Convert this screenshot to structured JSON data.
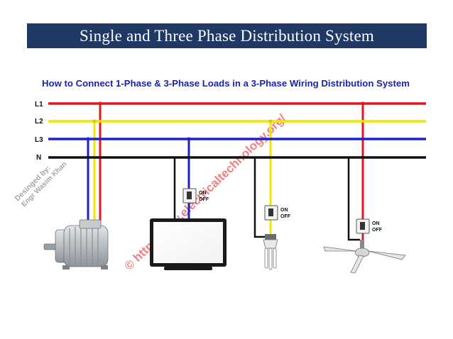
{
  "slide": {
    "title": "Single and Three Phase Distribution System"
  },
  "diagram": {
    "heading": "How to Connect 1-Phase & 3-Phase Loads in a 3-Phase Wiring Distribution System",
    "lines": [
      {
        "label": "L1",
        "color": "#e8141c"
      },
      {
        "label": "L2",
        "color": "#f2e600"
      },
      {
        "label": "L3",
        "color": "#1e22c8"
      },
      {
        "label": "N",
        "color": "#111111"
      }
    ],
    "watermark": "© http://www.electricaltechnology.org/",
    "designer_line1": "Desinged by:",
    "designer_line2": "Engr Wasim Khan",
    "switch_on": "ON",
    "switch_off": "OFF",
    "loads": [
      "three-phase-motor",
      "television",
      "cfl-lamp",
      "ceiling-fan"
    ]
  }
}
